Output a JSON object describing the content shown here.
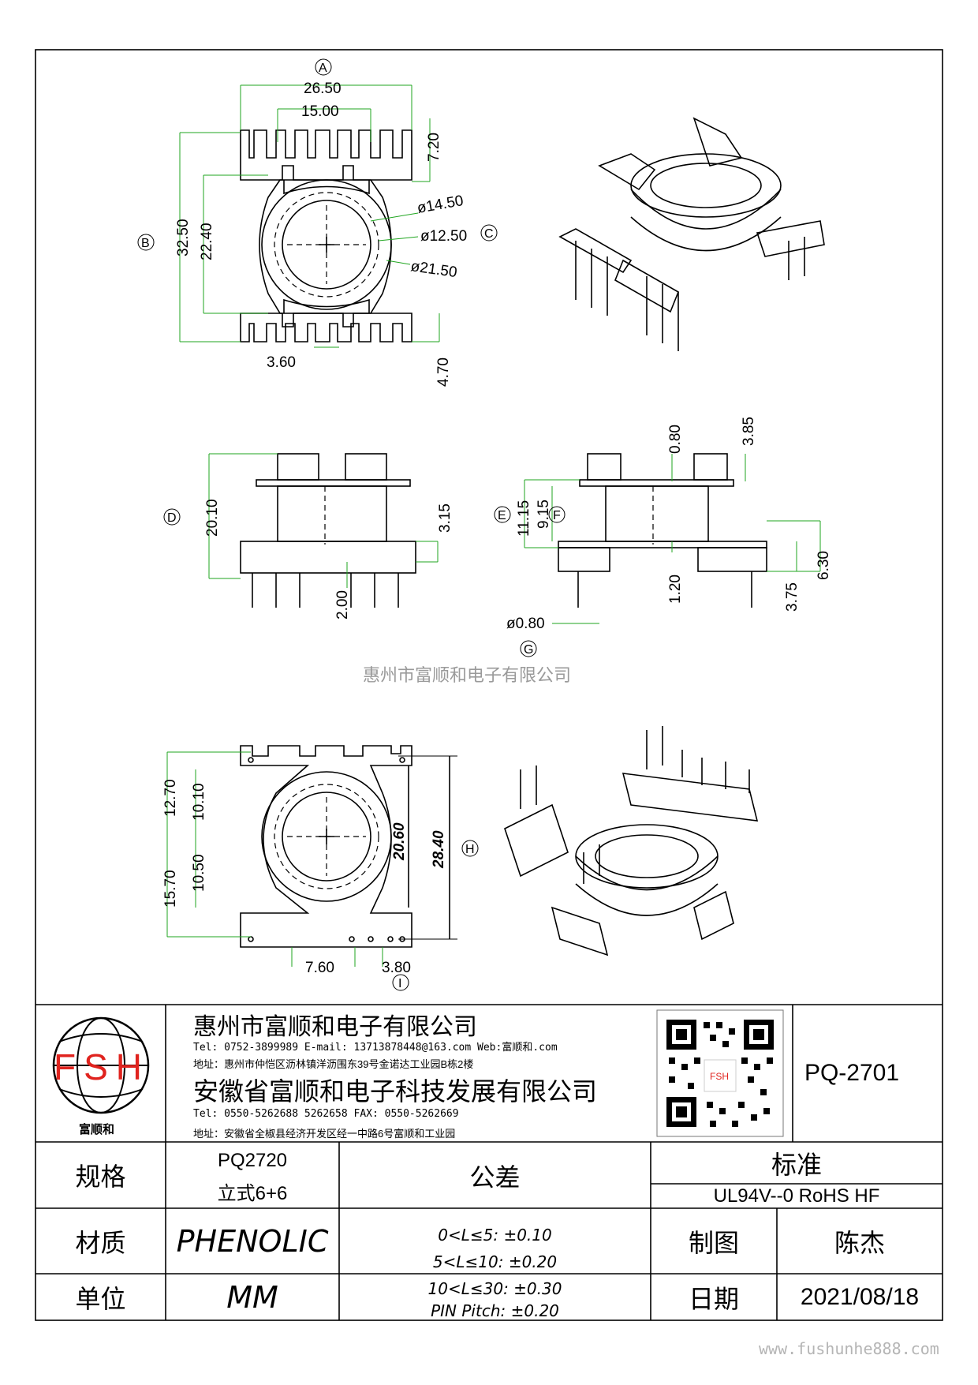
{
  "drawing": {
    "circle_labels": [
      "A",
      "B",
      "C",
      "D",
      "E",
      "F",
      "G",
      "H",
      "I"
    ],
    "dims_top": [
      "26.50",
      "15.00",
      "7.20",
      "ø14.50",
      "ø12.50",
      "ø21.50",
      "32.50",
      "22.40",
      "3.60",
      "4.70"
    ],
    "dims_side": [
      "20.10",
      "3.15",
      "2.00",
      "0.80",
      "3.85",
      "11.15",
      "9.15",
      "6.30",
      "1.20",
      "3.75",
      "ø0.80"
    ],
    "dims_bottom": [
      "12.70",
      "10.10",
      "10.50",
      "15.70",
      "20.60",
      "28.40",
      "7.60",
      "3.80"
    ]
  },
  "watermark_center": "惠州市富顺和电子有限公司",
  "watermark_bottom": "www.fushunhe888.com",
  "title_block": {
    "logo_text": "FSH",
    "logo_caption": "富顺和",
    "company1": "惠州市富顺和电子有限公司",
    "company1_contact": "Tel:  0752-3899989   E-mail: 13713878448@163.com   Web:富顺和.com",
    "company1_address": "地址：惠州市仲恺区沥林镇洋沥围东39号金诺达工业园B栋2楼",
    "company2": "安徽省富顺和电子科技发展有限公司",
    "company2_contact": "Tel:   0550-5262688  5262658        FAX:  0550-5262669",
    "company2_address": "地址：安徽省全椒县经济开发区经一中路6号富顺和工业园",
    "qr_caption": "FSH",
    "part_number": "PQ-2701",
    "spec_label": "规格",
    "spec_value_1": "PQ2720",
    "spec_value_2": "立式6+6",
    "material_label": "材质",
    "material_value": "PHENOLIC",
    "unit_label": "单位",
    "unit_value": "MM",
    "tolerance_label": "公差",
    "tolerances": [
      "0<L≤5: ±0.10",
      "5<L≤10: ±0.20",
      "10<L≤30: ±0.30",
      "PIN Pitch: ±0.20"
    ],
    "standard_label": "标准",
    "standard_value": "UL94V--0  RoHS HF",
    "drawn_label": "制图",
    "drawn_value": "陈杰",
    "date_label": "日期",
    "date_value": "2021/08/18"
  }
}
